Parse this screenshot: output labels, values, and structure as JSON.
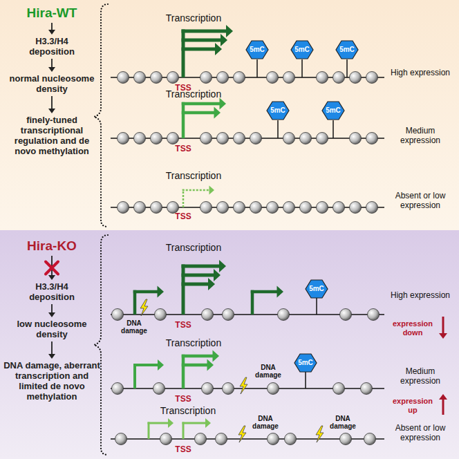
{
  "diagram": {
    "nodes": [
      {
        "text": [
          "Hira-WT"
        ]
      },
      {
        "text": [
          "H3.3/H4 deposition"
        ]
      },
      {
        "text": [
          "normal nucleosome density"
        ]
      },
      {
        "text": [
          "finely-tuned transcriptional regulation and de novo methylation"
        ]
      },
      {
        "text": [
          "5mC"
        ]
      },
      {
        "text": [
          "5mC"
        ]
      },
      {
        "text": [
          "5mC"
        ]
      },
      {
        "text": [
          "5mC"
        ]
      },
      {
        "text": [
          "5mC"
        ]
      },
      {
        "text": [
          "Hira-KO"
        ]
      },
      {
        "text": [
          "H3.3/H4 deposition"
        ]
      },
      {
        "text": [
          "low nucleosome density"
        ]
      },
      {
        "text": [
          "DNA damage, aberrant transcription and limited de novo methylation"
        ]
      },
      {
        "text": [
          "5mC"
        ]
      },
      {
        "text": [
          "5mC"
        ]
      }
    ],
    "edges": [
      {
        "from": 0,
        "to": 1,
        "arrow": "to"
      },
      {
        "from": 1,
        "to": 2,
        "arrow": "to"
      },
      {
        "from": 2,
        "to": 3,
        "arrow": "to"
      },
      {
        "from": 9,
        "to": 10,
        "arrow": "to"
      },
      {
        "from": 10,
        "to": 11,
        "arrow": "to"
      },
      {
        "from": 11,
        "to": 12,
        "arrow": "to"
      }
    ],
    "labels": [
      "Transcription",
      "TSS",
      "High expression",
      "Transcription",
      "TSS",
      "Medium expression",
      "Transcription",
      "TSS",
      "Absent or low expression",
      "Transcription",
      "DNA damage",
      "TSS",
      "High expression",
      "expression down",
      "Transcription",
      "TSS",
      "DNA damage",
      "Medium expression",
      "Transcription",
      "TSS",
      "DNA damage",
      "DNA damage",
      "Absent or low expression",
      "expression up"
    ]
  }
}
